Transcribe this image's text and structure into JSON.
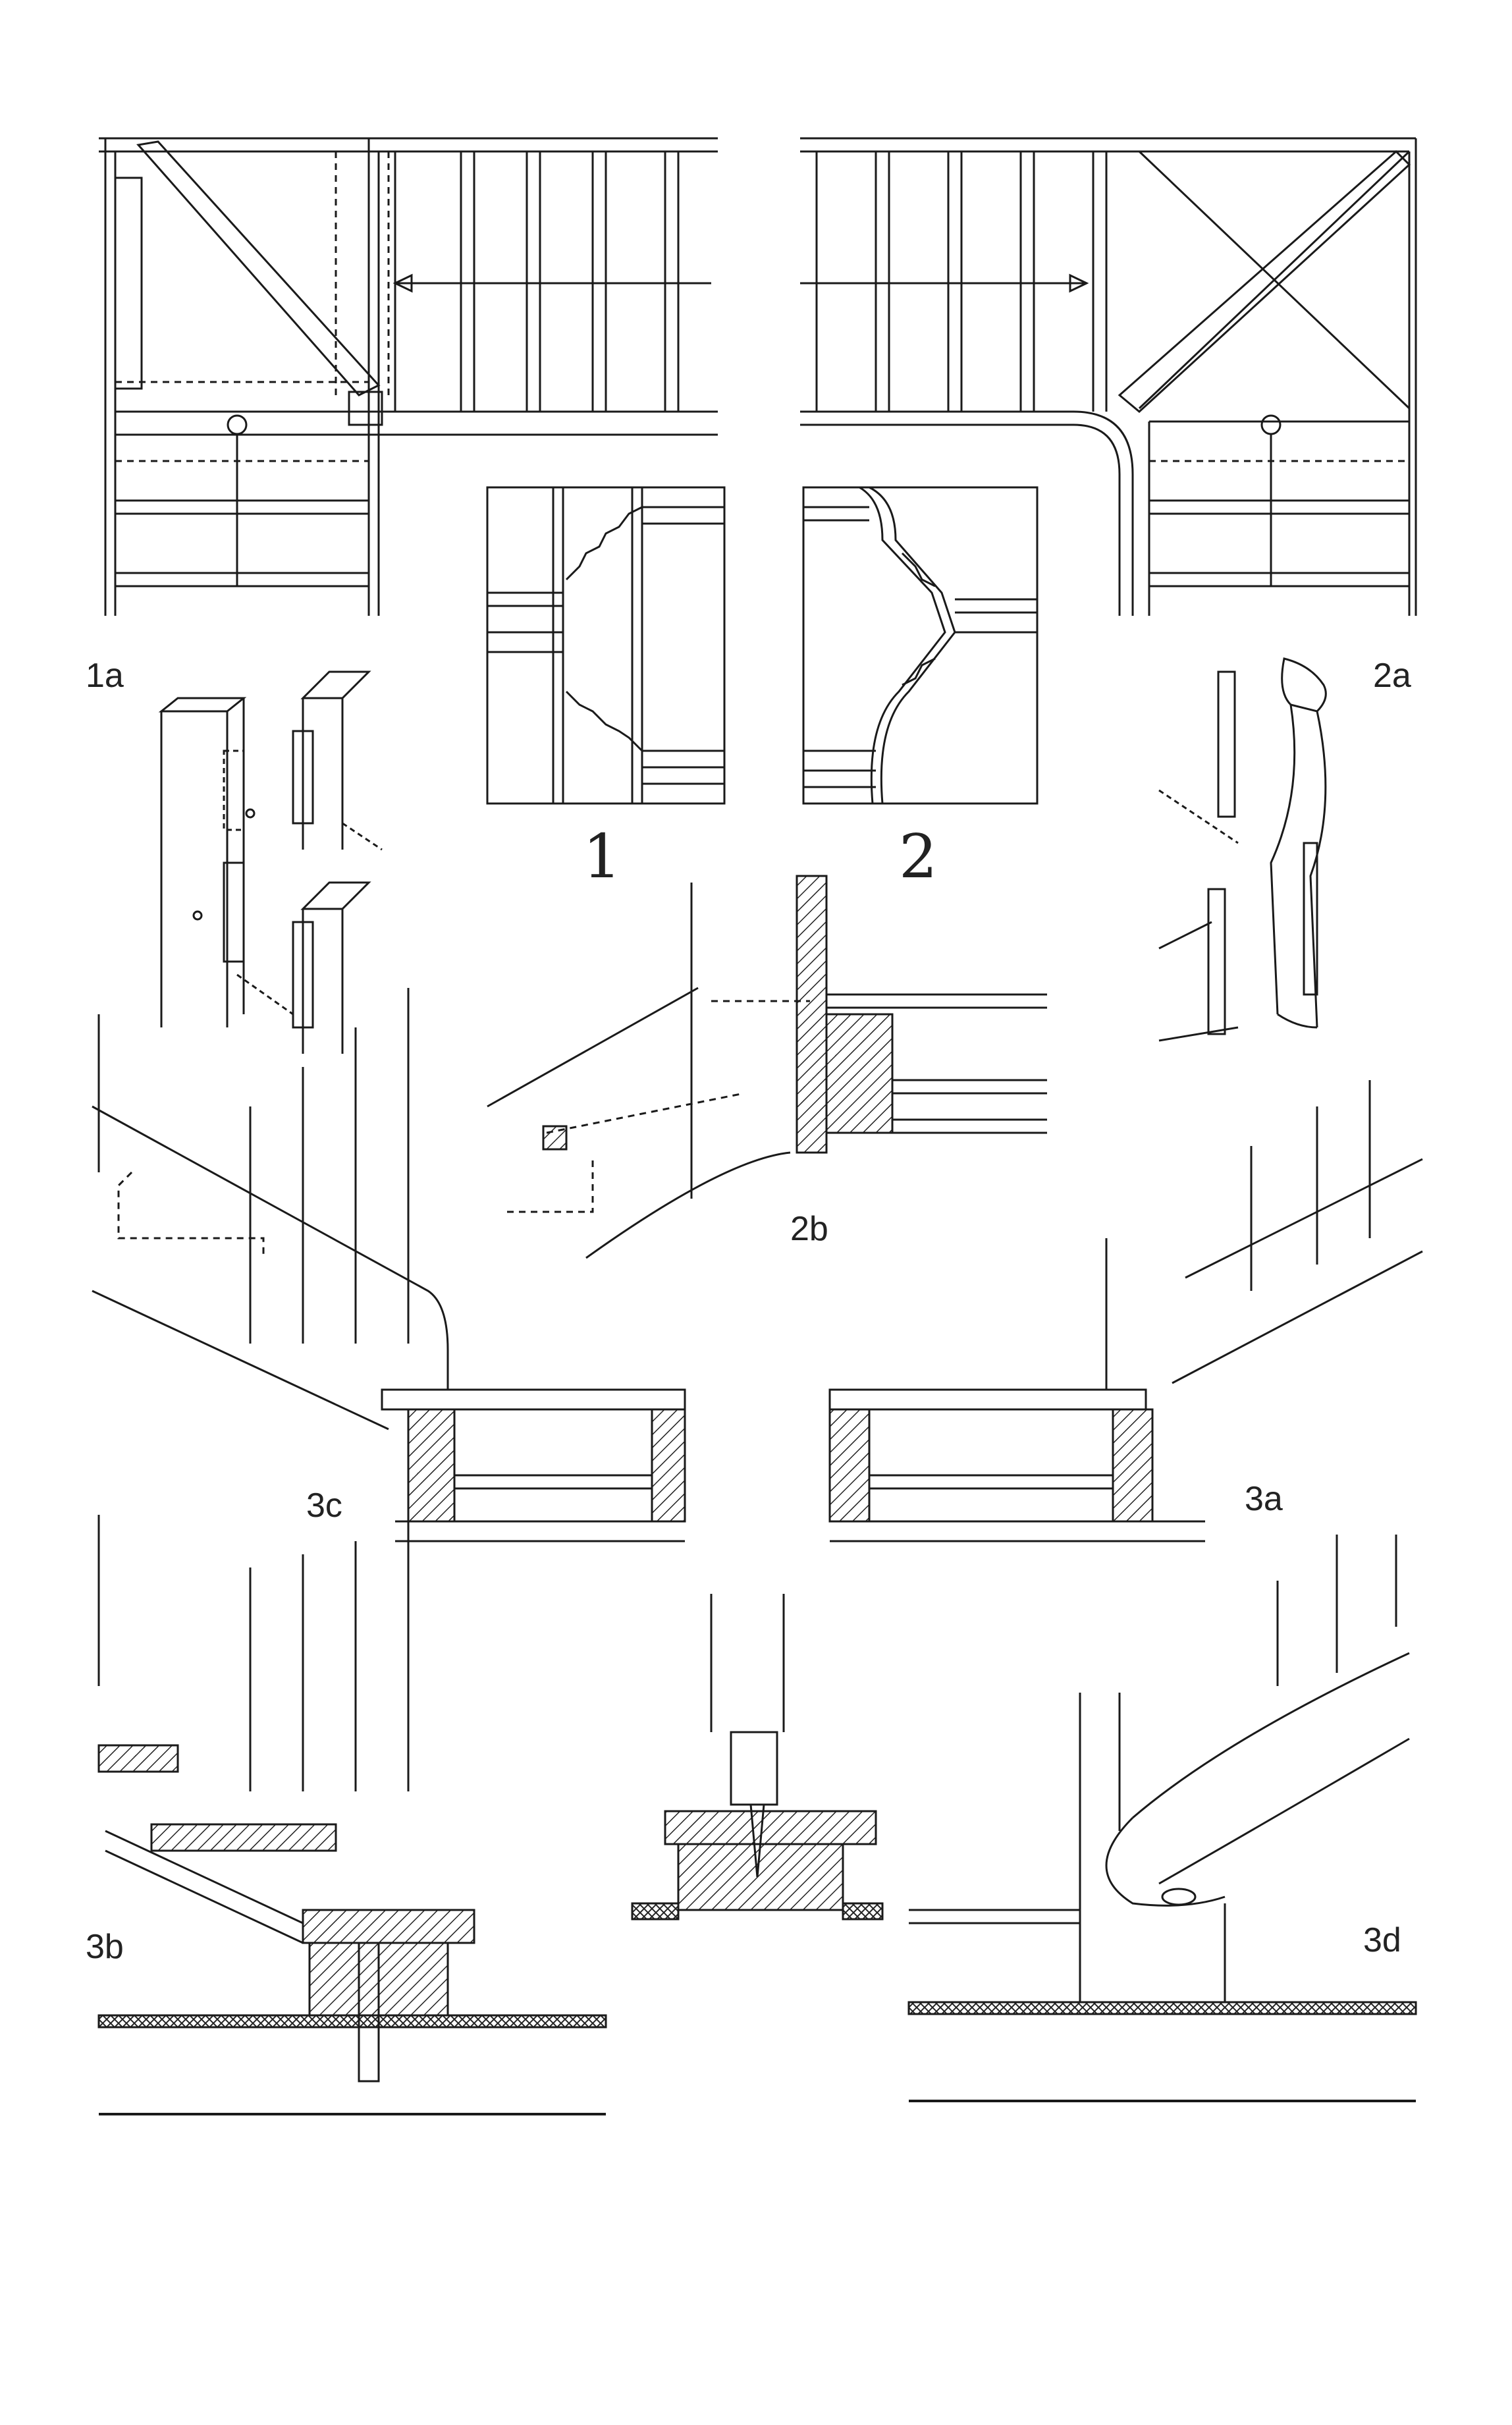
{
  "plate": {
    "labels": {
      "fig1a": "1a",
      "fig2a": "2a",
      "fig1": "1",
      "fig2": "2",
      "fig2b": "2b",
      "fig3c": "3c",
      "fig3a": "3a",
      "fig3b": "3b",
      "fig3d": "3d"
    }
  }
}
